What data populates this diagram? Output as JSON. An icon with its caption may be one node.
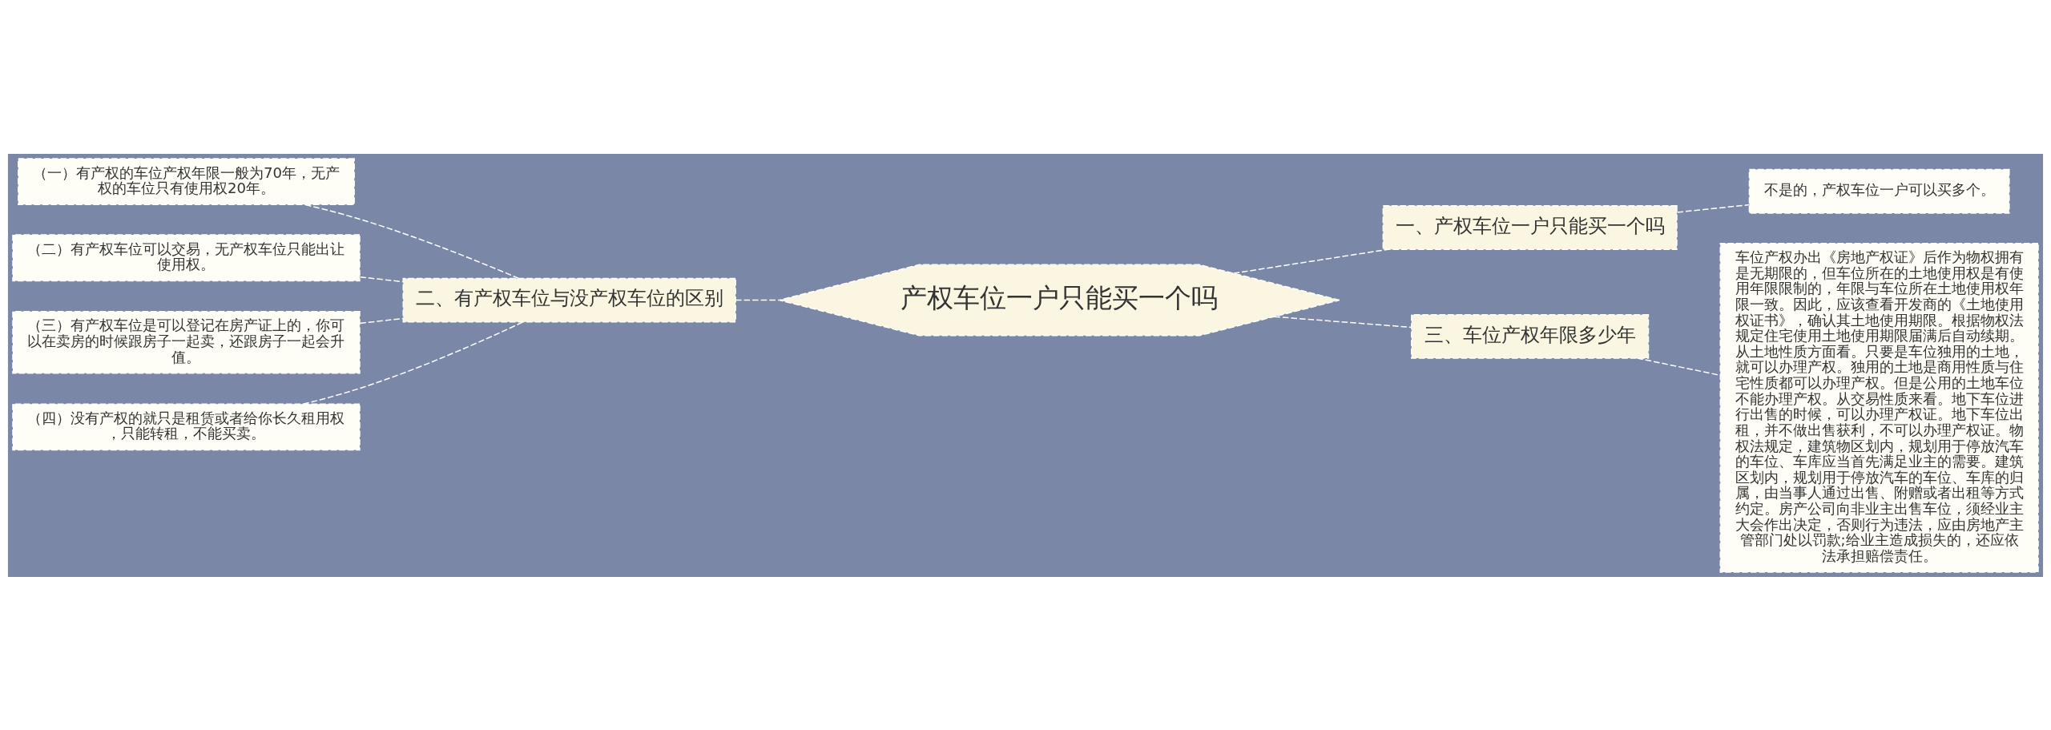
{
  "diagram": {
    "nodes": [
      {
        "text": [
          "产权车位一户只能买一个吗"
        ]
      },
      {
        "text": [
          "一、产权车位一户只能买一个吗"
        ]
      },
      {
        "text": [
          "不是的，产权车位一户可以买多个。"
        ]
      },
      {
        "text": [
          "二、有产权车位与没产权车位的区别"
        ]
      },
      {
        "text": [
          "（一）有产权的车位产权年限一般为70年，无产权的车位只有使用权20年。"
        ]
      },
      {
        "text": [
          "（二）有产权车位可以交易，无产权车位只能出让使用权。"
        ]
      },
      {
        "text": [
          "（三）有产权车位是可以登记在房产证上的，你可以在卖房的时候跟房子一起卖，还跟房子一起会升值。"
        ]
      },
      {
        "text": [
          "（四）没有产权的就只是租赁或者给你长久租用权，只能转租，不能买卖。"
        ]
      },
      {
        "text": [
          "三、车位产权年限多少年"
        ]
      },
      {
        "text": [
          "车位产权办出《房地产权证》后作为物权拥有是无期限的，但车位所在的土地使用权是有使用年限限制的，年限与车位所在土地使用权年限一致。因此，应该查看开发商的《土地使用权证书》，确认其土地使用期限。根据物权法规定住宅使用土地使用期限届满后自动续期。从土地性质方面看。只要是车位独用的土地，就可以办理产权。独用的土地是商用性质与住宅性质都可以办理产权。但是公用的土地车位不能办理产权。从交易性质来看。地下车位进行出售的时候，可以办理产权证。地下车位出租，并不做出售获利，不可以办理产权证。物权法规定，建筑物区划内，规划用于停放汽车的车位、车库应当首先满足业主的需要。建筑区划内，规划用于停放汽车的车位、车库的归属，由当事人通过出售、附赠或者出租等方式约定。房产公司向非业主出售车位，须经业主大会作出决定，否则行为违法，应由房地产主管部门处以罚款;给业主造成损失的，还应依法承担赔偿责任。"
        ]
      }
    ],
    "edges": [
      {
        "from": 4,
        "to": 3,
        "arrow": "none"
      },
      {
        "from": 5,
        "to": 3,
        "arrow": "none"
      },
      {
        "from": 6,
        "to": 3,
        "arrow": "none"
      },
      {
        "from": 7,
        "to": 3,
        "arrow": "none"
      },
      {
        "from": 3,
        "to": 0,
        "arrow": "none"
      },
      {
        "from": 0,
        "to": 1,
        "arrow": "none"
      },
      {
        "from": 1,
        "to": 2,
        "arrow": "none"
      },
      {
        "from": 0,
        "to": 8,
        "arrow": "none"
      },
      {
        "from": 8,
        "to": 9,
        "arrow": "none"
      }
    ]
  }
}
